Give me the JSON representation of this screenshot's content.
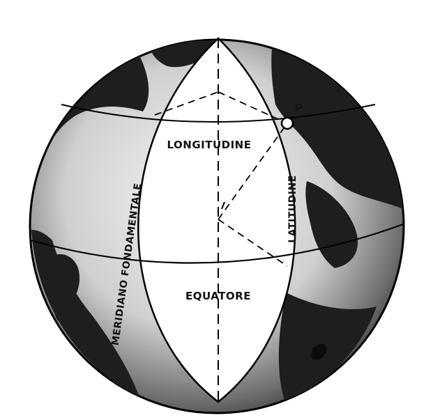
{
  "diagram": {
    "labels": {
      "longitude": "LONGITUDINE",
      "latitude": "LATITUDINE",
      "equator": "EQUATORE",
      "prime_meridian": "MERIDIANO FONDAMENTALE",
      "point": "P"
    }
  }
}
